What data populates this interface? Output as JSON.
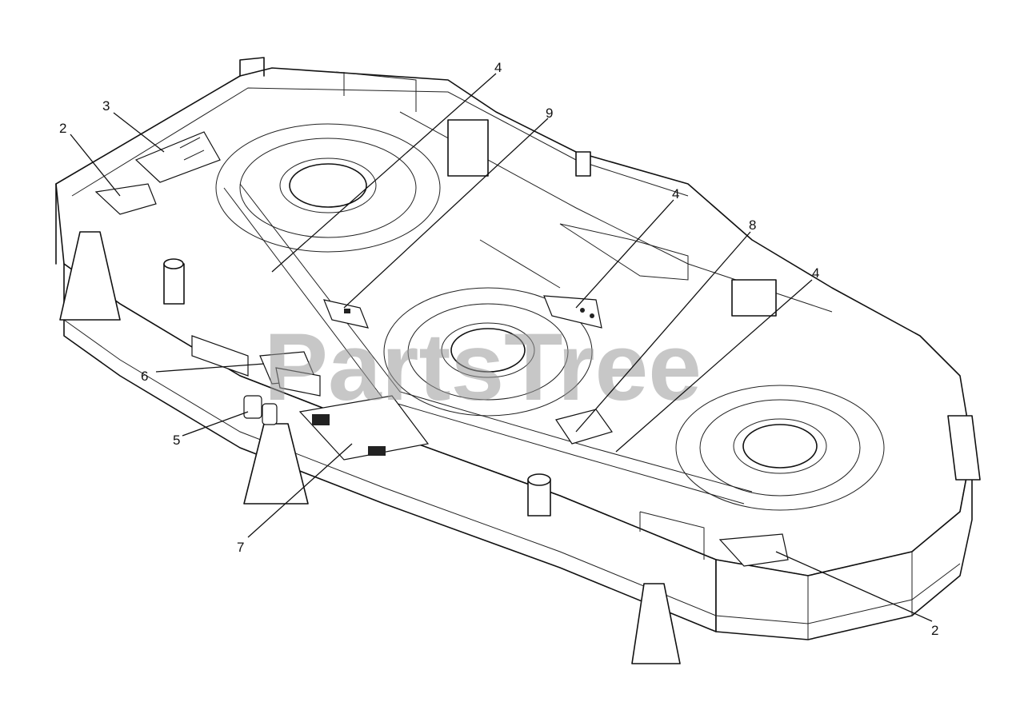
{
  "watermark": "PartsTree",
  "callouts": [
    {
      "id": "c2a",
      "label": "2"
    },
    {
      "id": "c3",
      "label": "3"
    },
    {
      "id": "c4a",
      "label": "4"
    },
    {
      "id": "c9",
      "label": "9"
    },
    {
      "id": "c4b",
      "label": "4"
    },
    {
      "id": "c8",
      "label": "8"
    },
    {
      "id": "c4c",
      "label": "4"
    },
    {
      "id": "c6",
      "label": "6"
    },
    {
      "id": "c5",
      "label": "5"
    },
    {
      "id": "c7",
      "label": "7"
    },
    {
      "id": "c2b",
      "label": "2"
    }
  ]
}
